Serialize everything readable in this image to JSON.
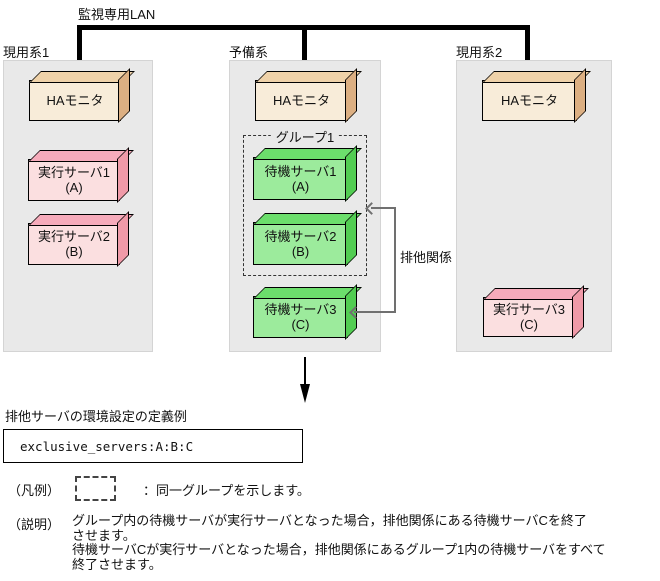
{
  "diagram": {
    "lan_label": "監視専用LAN",
    "systems": [
      {
        "label": "現用系1",
        "ha_monitor": "HAモニタ",
        "servers": [
          {
            "name": "実行サーバ1",
            "id": "(A)"
          },
          {
            "name": "実行サーバ2",
            "id": "(B)"
          }
        ]
      },
      {
        "label": "予備系",
        "ha_monitor": "HAモニタ",
        "group_label": "グループ1",
        "servers": [
          {
            "name": "待機サーバ1",
            "id": "(A)"
          },
          {
            "name": "待機サーバ2",
            "id": "(B)"
          },
          {
            "name": "待機サーバ3",
            "id": "(C)"
          }
        ]
      },
      {
        "label": "現用系2",
        "ha_monitor": "HAモニタ",
        "servers": [
          {
            "name": "実行サーバ3",
            "id": "(C)"
          }
        ]
      }
    ],
    "exclusion_label": "排他関係"
  },
  "definition": {
    "heading": "排他サーバの環境設定の定義例",
    "code": "exclusive_servers:A:B:C"
  },
  "legend": {
    "label": "（凡例）",
    "text": "：同一グループを示します。"
  },
  "explanation": {
    "label": "（説明）",
    "lines": [
      "グループ内の待機サーバが実行サーバとなった場合，排他関係にある待機サーバCを終了",
      "させます。",
      "待機サーバCが実行サーバとなった場合，排他関係にあるグループ1内の待機サーバをすべて",
      "終了させます。"
    ]
  },
  "colors": {
    "ha_front": "#F8ECD9",
    "ha_top": "#EFD2A9",
    "ha_side": "#DCAF82",
    "exec_front": "#FBDFE0",
    "exec_top": "#F6ABBB",
    "exec_side": "#F09AA8",
    "standby_front": "#9CEB9C",
    "standby_top": "#6CDE6C",
    "standby_side": "#52CD52",
    "panel_bg": "#E9E9E9",
    "lan_line": "#000000",
    "exclusion_line": "#707070"
  }
}
